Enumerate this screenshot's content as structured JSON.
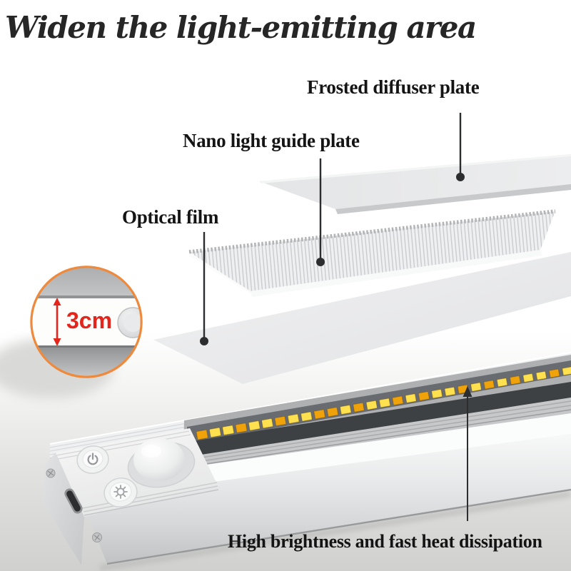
{
  "title": "Widen the light-emitting area",
  "callouts": {
    "frosted_diffuser": "Frosted diffuser plate",
    "nano_light_guide": "Nano light guide plate",
    "optical_film": "Optical film",
    "heat_dissipation": "High brightness and fast heat dissipation",
    "thickness": "3cm"
  },
  "colors": {
    "title_text": "#262626",
    "label_text": "#141414",
    "dimension_red": "#E3251B",
    "inset_circle_accent": "#EE8A3E",
    "led_orange": "#F0A20A",
    "led_yellow": "#FFE14F",
    "leader_line": "#2B2D2E",
    "aluminum_silver": "#C6C8CA",
    "groove_dark": "#3E4144"
  },
  "leds": {
    "count": 29,
    "pattern": [
      "orange",
      "yellow",
      "yellow",
      "orange",
      "yellow",
      "yellow",
      "orange",
      "yellow",
      "yellow",
      "orange",
      "orange",
      "yellow",
      "orange",
      "yellow",
      "yellow",
      "orange",
      "yellow",
      "orange",
      "yellow",
      "yellow",
      "orange",
      "yellow",
      "orange",
      "yellow",
      "orange",
      "yellow",
      "yellow",
      "orange",
      "yellow"
    ]
  }
}
